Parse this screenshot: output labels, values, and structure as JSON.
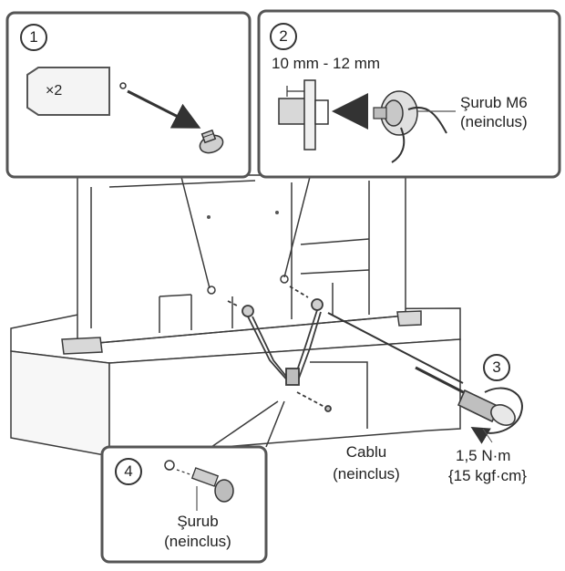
{
  "panels": {
    "step1": {
      "number": "1",
      "quantity": "×2"
    },
    "step2": {
      "number": "2",
      "dimension": "10 mm - 12 mm",
      "screw_label_line1": "Şurub M6",
      "screw_label_line2": "(neinclus)"
    },
    "step3": {
      "number": "3",
      "torque_line1": "1,5 N·m",
      "torque_line2": "{15 kgf·cm}"
    },
    "step4": {
      "number": "4",
      "screw_label_line1": "Şurub",
      "screw_label_line2": "(neinclus)"
    }
  },
  "cable": {
    "label_line1": "Cablu",
    "label_line2": "(neinclus)"
  },
  "colors": {
    "line": "#3a3a3a",
    "panel_border": "#555555",
    "fill_light": "#f4f4f4",
    "fill_gray": "#d8d8d8"
  }
}
